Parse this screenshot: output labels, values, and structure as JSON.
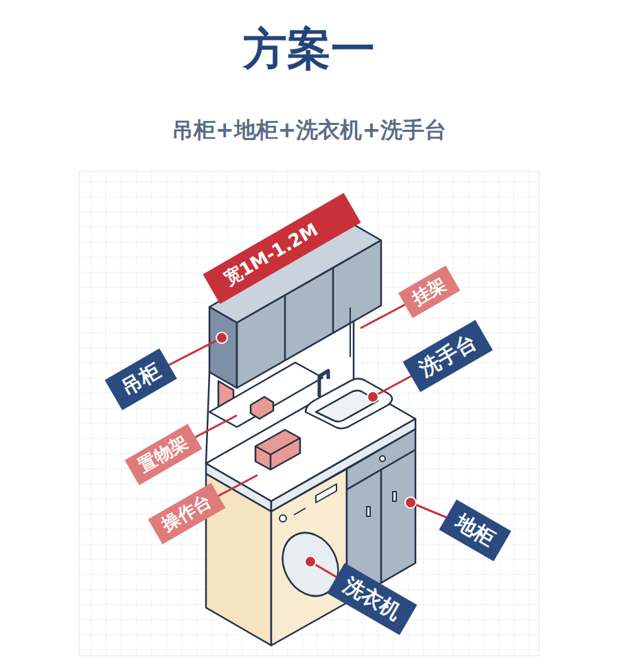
{
  "diagram": {
    "title": "方案一",
    "nodes": [
      {
        "text": [
          "宽1M-1.2M"
        ]
      },
      {
        "text": [
          "挂架"
        ]
      },
      {
        "text": [
          "洗手台"
        ]
      },
      {
        "text": [
          "吊柜"
        ]
      },
      {
        "text": [
          "置物架"
        ]
      },
      {
        "text": [
          "操作台"
        ]
      },
      {
        "text": [
          "地柜"
        ]
      },
      {
        "text": [
          "洗衣机"
        ]
      }
    ],
    "labels": [
      "吊柜+地柜+洗衣机+洗手台"
    ]
  }
}
